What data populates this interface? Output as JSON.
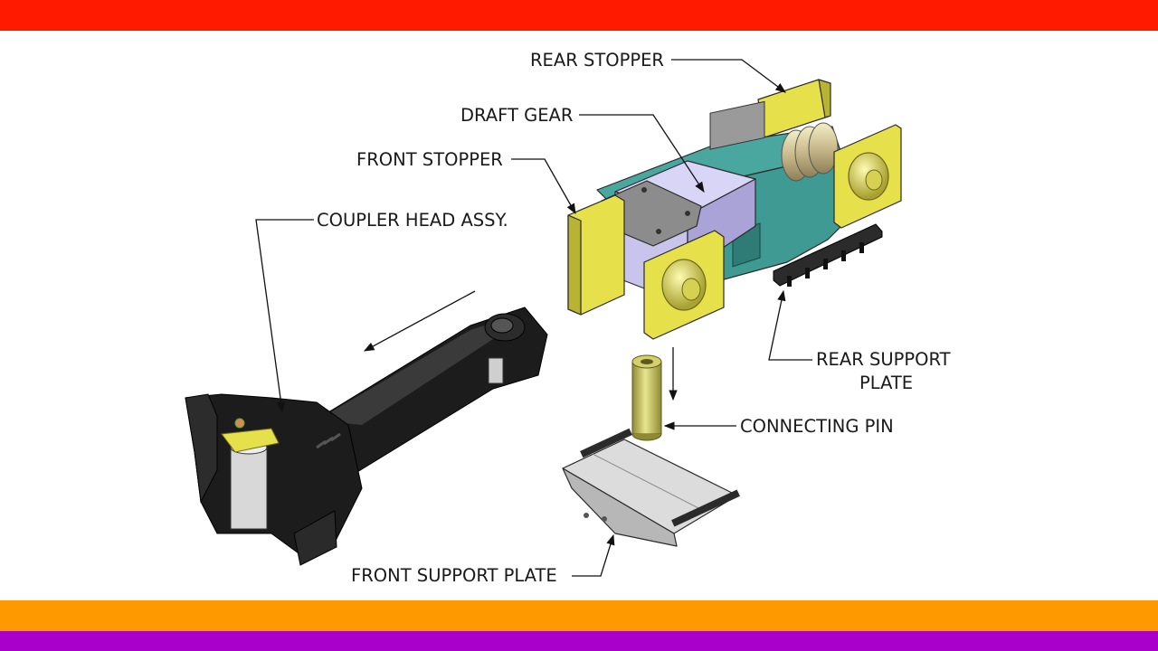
{
  "labels": {
    "rear_stopper": "REAR STOPPER",
    "draft_gear": "DRAFT GEAR",
    "front_stopper": "FRONT STOPPER",
    "coupler_head": "COUPLER HEAD ASSY.",
    "rear_support_line1": "REAR SUPPORT",
    "rear_support_line2": "PLATE",
    "connecting_pin": "CONNECTING PIN",
    "front_support": "FRONT SUPPORT PLATE"
  },
  "colors": {
    "band_top": "#ff1a00",
    "band_orange": "#ff9900",
    "band_purple": "#aa00cc",
    "stopper_yellow": "#e6e04a",
    "yoke_teal": "#3f9a93",
    "draft_gear_lavender": "#c9c4ec",
    "coupler_black": "#1c1c1c",
    "plate_gray": "#cfcfcf",
    "pin_yellow": "#c7c35a"
  }
}
